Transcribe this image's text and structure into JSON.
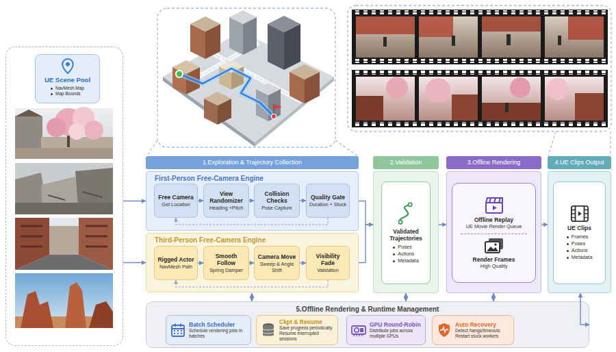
{
  "diagram": {
    "nodes": [
      {
        "text": []
      },
      {
        "text": [
          "UE Scene Pool",
          "NavMesh Map",
          "Map Bounds"
        ],
        "in": 0
      },
      {
        "text": [
          "1.Exploration & Trajectory Collection"
        ]
      },
      {
        "text": [
          "First-Person Free-Camera Engine"
        ],
        "in": 2
      },
      {
        "text": [
          "Free Camera",
          "Get Location"
        ],
        "in": 3
      },
      {
        "text": [
          "View Randomizer",
          "Heading +Pitch"
        ],
        "in": 3
      },
      {
        "text": [
          "Collision Checks",
          "Pose Capture"
        ],
        "in": 3
      },
      {
        "text": [
          "Quality Gate",
          "Duration + Stuck"
        ],
        "in": 3
      },
      {
        "text": [
          "Third-Person Free-Camera Engine"
        ],
        "in": 2
      },
      {
        "text": [
          "Rigged Actor",
          "NavMesh Path"
        ],
        "in": 8
      },
      {
        "text": [
          "Smooth Follow",
          "Spring Damper"
        ],
        "in": 8
      },
      {
        "text": [
          "Camera Move",
          "Sweep & Angle Shift"
        ],
        "in": 8
      },
      {
        "text": [
          "Visibility Fade",
          "Validation"
        ],
        "in": 8
      },
      {
        "text": [
          "2.Validation"
        ]
      },
      {
        "text": [
          "Validated Trajectories",
          "Poses",
          "Actions",
          "Metadata"
        ],
        "in": 13
      },
      {
        "text": [
          "3.Offline Rendering"
        ]
      },
      {
        "text": [
          "Offline Replay",
          "UE Movie Render Queue",
          "Render Frames",
          "High Quality"
        ],
        "in": 15
      },
      {
        "text": [
          "4.UE Clips Output"
        ]
      },
      {
        "text": [
          "UE Clips",
          "Frames",
          "Poses",
          "Actions",
          "Metadata"
        ],
        "in": 17
      },
      {
        "text": [
          "5.Offline Rendering & Runtime Management"
        ]
      },
      {
        "text": [
          "Batch Scheduler",
          "Schedule rendering jobs in batches"
        ],
        "in": 19
      },
      {
        "text": [
          "Ckpt & Resume",
          "Save progress periodically Resume interrupted sessions"
        ],
        "in": 19
      },
      {
        "text": [
          "GPU Round-Robin",
          "Distribute jobs across multiple GPUs"
        ],
        "in": 19
      },
      {
        "text": [
          "Auto Recovery",
          "Detect hangs/timeouts Restart stuck workers"
        ],
        "in": 19
      }
    ],
    "edges": [
      {
        "from": 0,
        "to": 3,
        "arrow": "to"
      },
      {
        "from": 0,
        "to": 8,
        "arrow": "to"
      },
      {
        "from": 4,
        "to": 5,
        "arrow": "to"
      },
      {
        "from": 5,
        "to": 6,
        "arrow": "to"
      },
      {
        "from": 6,
        "to": 7,
        "arrow": "to"
      },
      {
        "from": 7,
        "to": 4,
        "arrow": "to"
      },
      {
        "from": 9,
        "to": 10,
        "arrow": "to"
      },
      {
        "from": 10,
        "to": 11,
        "arrow": "to"
      },
      {
        "from": 11,
        "to": 12,
        "arrow": "to"
      },
      {
        "from": 12,
        "to": 9,
        "arrow": "to"
      },
      {
        "from": 3,
        "to": 13,
        "arrow": "to"
      },
      {
        "from": 8,
        "to": 13,
        "arrow": "to"
      },
      {
        "from": 13,
        "to": 15,
        "arrow": "to"
      },
      {
        "from": 15,
        "to": 17,
        "arrow": "to"
      },
      {
        "from": 2,
        "to": 19,
        "arrow": "both"
      },
      {
        "from": 13,
        "to": 19,
        "arrow": "both"
      },
      {
        "from": 15,
        "to": 19,
        "arrow": "both"
      },
      {
        "from": 17,
        "to": 19,
        "arrow": "both"
      }
    ]
  }
}
